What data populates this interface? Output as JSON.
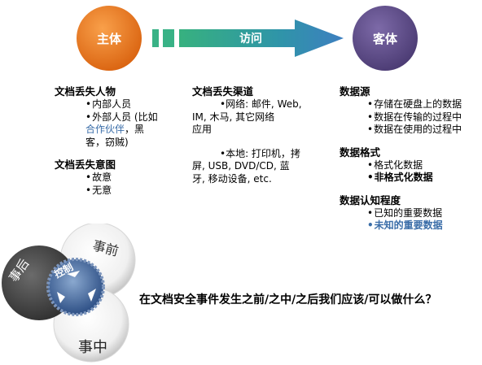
{
  "diagram": {
    "subject_label": "主体",
    "object_label": "客体",
    "access_label": "访问",
    "colors": {
      "subject": "#e8761f",
      "object": "#5b4a85",
      "arrow": "#2f9a7f",
      "highlight": "#3a6da8"
    }
  },
  "column_left": {
    "sections": [
      {
        "heading": "文档丢失人物",
        "items": [
          "内部人员",
          "外部人员 (比如"
        ],
        "cont_link": "合作伙伴",
        "cont_rest": "，黑",
        "cont_line2": "客，窃贼)"
      },
      {
        "heading": "文档丢失意图",
        "items": [
          "故意",
          "无意"
        ]
      }
    ]
  },
  "column_mid": {
    "heading": "文档丢失渠道",
    "item1_lines": [
      "•网络: 邮件, Web,",
      "IM, 木马, 其它网络",
      "应用"
    ],
    "item2_lines": [
      "•本地: 打印机，拷",
      "屏, USB, DVD/CD, 蓝",
      "牙, 移动设备, etc."
    ]
  },
  "column_right": {
    "sections": [
      {
        "heading": "数据源",
        "items": [
          "存储在硬盘上的数据",
          "数据在传输的过程中",
          "数据在使用的过程中"
        ]
      },
      {
        "heading": "数据格式",
        "items": [
          "格式化数据",
          "非格式化数据"
        ]
      },
      {
        "heading": "数据认知程度",
        "items": [
          "已知的重要数据",
          "未知的重要数据"
        ]
      }
    ]
  },
  "venn": {
    "before_label": "事前",
    "after_label": "事后",
    "during_label": "事中",
    "control_label": "控制"
  },
  "question": "在文档安全事件发生之前/之中/之后我们应该/可以做什么？"
}
